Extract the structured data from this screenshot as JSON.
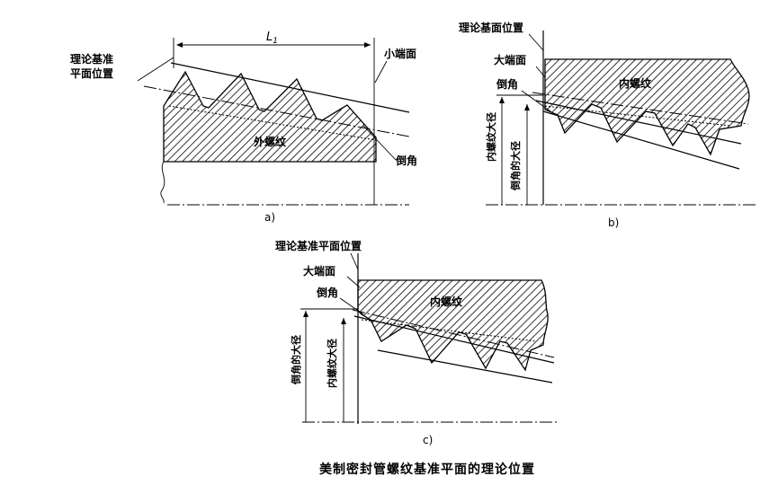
{
  "title": "美制密封管螺纹基准平面的理论位置",
  "panel_a": {
    "caption": "a)",
    "dimension_label": "L",
    "dimension_sub": "1",
    "ref_plane_line1": "理论基准",
    "ref_plane_line2": "平面位置",
    "small_end_face": "小端面",
    "chamfer": "倒角",
    "body_label": "外螺纹"
  },
  "panel_b": {
    "caption": "b)",
    "ref_plane": "理论基面位置",
    "large_end_face": "大端面",
    "chamfer": "倒角",
    "body_label": "内螺纹",
    "major_dia": "内螺纹大径",
    "chamfer_dia": "倒角的大径"
  },
  "panel_c": {
    "caption": "c)",
    "ref_plane": "理论基准平面位置",
    "large_end_face": "大端面",
    "chamfer": "倒角",
    "body_label": "内螺纹",
    "chamfer_dia": "倒角的大径",
    "major_dia": "内螺纹大径"
  }
}
